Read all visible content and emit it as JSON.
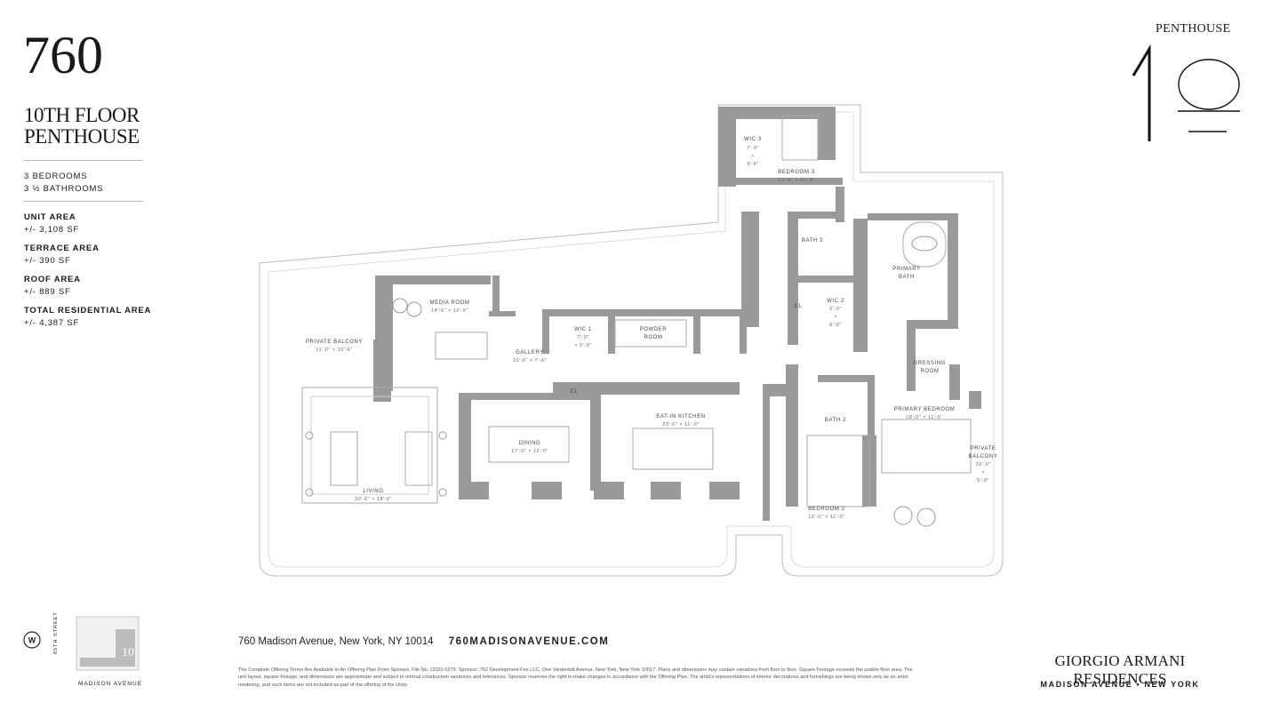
{
  "logo": {
    "text": "760"
  },
  "title": {
    "line1": "10TH FLOOR",
    "line2": "PENTHOUSE"
  },
  "summary": {
    "bedrooms": "3 BEDROOMS",
    "bathrooms": "3 ½ BATHROOMS"
  },
  "areas": [
    {
      "label": "UNIT AREA",
      "value": "+/- 3,108 SF"
    },
    {
      "label": "TERRACE AREA",
      "value": "+/- 390 SF"
    },
    {
      "label": "ROOF AREA",
      "value": "+/- 889 SF"
    },
    {
      "label": "TOTAL RESIDENTIAL AREA",
      "value": "+/- 4,387 SF"
    }
  ],
  "penthouse": {
    "word": "PENTHOUSE",
    "number": "10"
  },
  "rooms": {
    "wic3": {
      "name": "WIC 3",
      "dim1": "7'-0\"",
      "dim2": "×",
      "dim3": "3'-6\""
    },
    "bedroom3": {
      "name": "BEDROOM 3",
      "dim": "13'-0\" × 11'-6\""
    },
    "bath3": {
      "name": "BATH 3"
    },
    "primary_bath": {
      "name1": "PRIMARY",
      "name2": "BATH"
    },
    "cl": {
      "name": "CL"
    },
    "wic2": {
      "name": "WIC 2",
      "dim1": "6'-0\"",
      "dim2": "×",
      "dim3": "6'-0\""
    },
    "media_room": {
      "name": "MEDIA ROOM",
      "dim": "14'-6\" × 10'-6\""
    },
    "private_balcony_left": {
      "name": "PRIVATE BALCONY",
      "dim": "11'-0\" × 10'-6\""
    },
    "wic1": {
      "name": "WIC 1",
      "dim1": "7'-0\"",
      "dim2": "× 5'-0\""
    },
    "powder_room": {
      "name1": "POWDER",
      "name2": "ROOM"
    },
    "gallery": {
      "name": "GALLERY",
      "dim": "10'-6\" × 7'-6\""
    },
    "dressing_room": {
      "name1": "DRESSING",
      "name2": "ROOM"
    },
    "cl2": {
      "name": "CL"
    },
    "eat_in_kitchen": {
      "name": "EAT-IN KITCHEN",
      "dim": "23'-0\" × 11'-0\""
    },
    "bath2": {
      "name": "BATH 2"
    },
    "primary_bedroom": {
      "name": "PRIMARY BEDROOM",
      "dim": "18'-0\" × 11'-5\""
    },
    "dining": {
      "name": "DINING",
      "dim": "17'-0\" × 12'-0\""
    },
    "private_balcony_right": {
      "name1": "PRIVATE",
      "name2": "BALCONY",
      "dim1": "19'-0\"",
      "dim2": "×",
      "dim3": "5'-0\""
    },
    "living": {
      "name": "LIVING",
      "dim": "20'-6\" × 18'-6\""
    },
    "bedroom2": {
      "name": "BEDROOM 2",
      "dim": "12'-0\" × 11'-0\""
    }
  },
  "keyplan": {
    "compass": "W",
    "street": "65TH STREET",
    "avenue": "MADISON AVENUE",
    "unit": "10"
  },
  "footer": {
    "address": "760 Madison Avenue, New York, NY 10014",
    "website": "760MADISONAVENUE.COM",
    "disclaimer": "The Complete Offering Terms Are Available In An Offering Plan From Sponsor. File No. CD22-0279. Sponsor: 752 Development Fee LLC, One Vanderbilt Avenue, New York, New York 10017. Plans and dimensions may contain variations from floor to floor. Square Footage exceeds the usable floor area. The unit layout, square footage, and dimensions are approximate and subject to normal construction variances and tolerances. Sponsor reserves the right to make changes in accordance with the Offering Plan. The artist's representations of interior decorations and furnishings are being shown only as an artist rendering, and such items are not included as part of the offering of the Units."
  },
  "brand": {
    "name": "GIORGIO ARMANI RESIDENCES",
    "sub": "MADISON AVENUE • NEW YORK"
  }
}
